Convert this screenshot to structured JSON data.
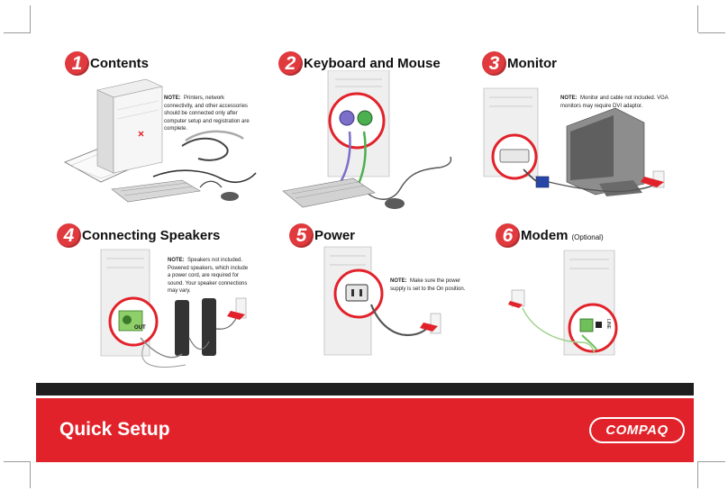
{
  "steps": [
    {
      "number": "1",
      "title": "Contents",
      "optional": "",
      "note": {
        "label": "NOTE:",
        "text": "Printers, network connectivity, and other accessories should be connected only after computer setup and registration are complete."
      }
    },
    {
      "number": "2",
      "title": "Keyboard and Mouse",
      "optional": "",
      "note": {
        "label": "",
        "text": ""
      }
    },
    {
      "number": "3",
      "title": "Monitor",
      "optional": "",
      "note": {
        "label": "NOTE:",
        "text": "Monitor and cable not included. VGA monitors may require DVI adaptor."
      }
    },
    {
      "number": "4",
      "title": "Connecting Speakers",
      "optional": "",
      "note": {
        "label": "NOTE:",
        "text": "Speakers not included. Powered speakers, which include a power cord, are required for sound. Your speaker connections may vary."
      }
    },
    {
      "number": "5",
      "title": "Power",
      "optional": "",
      "note": {
        "label": "NOTE:",
        "text": "Make sure the power supply is set to the On position."
      }
    },
    {
      "number": "6",
      "title": "Modem",
      "optional": "(Optional)",
      "note": {
        "label": "",
        "text": ""
      }
    }
  ],
  "speaker_port": {
    "label": "OUT"
  },
  "modem_port": {
    "label": "LINE"
  },
  "footer": {
    "title": "Quick Setup",
    "logo": "COMPAQ"
  },
  "colors": {
    "accent": "#e2222a",
    "bar": "#1e1e1e",
    "keyboard_port": "#7b6fc9",
    "mouse_port": "#4caf50",
    "vga": "#2746a8"
  }
}
